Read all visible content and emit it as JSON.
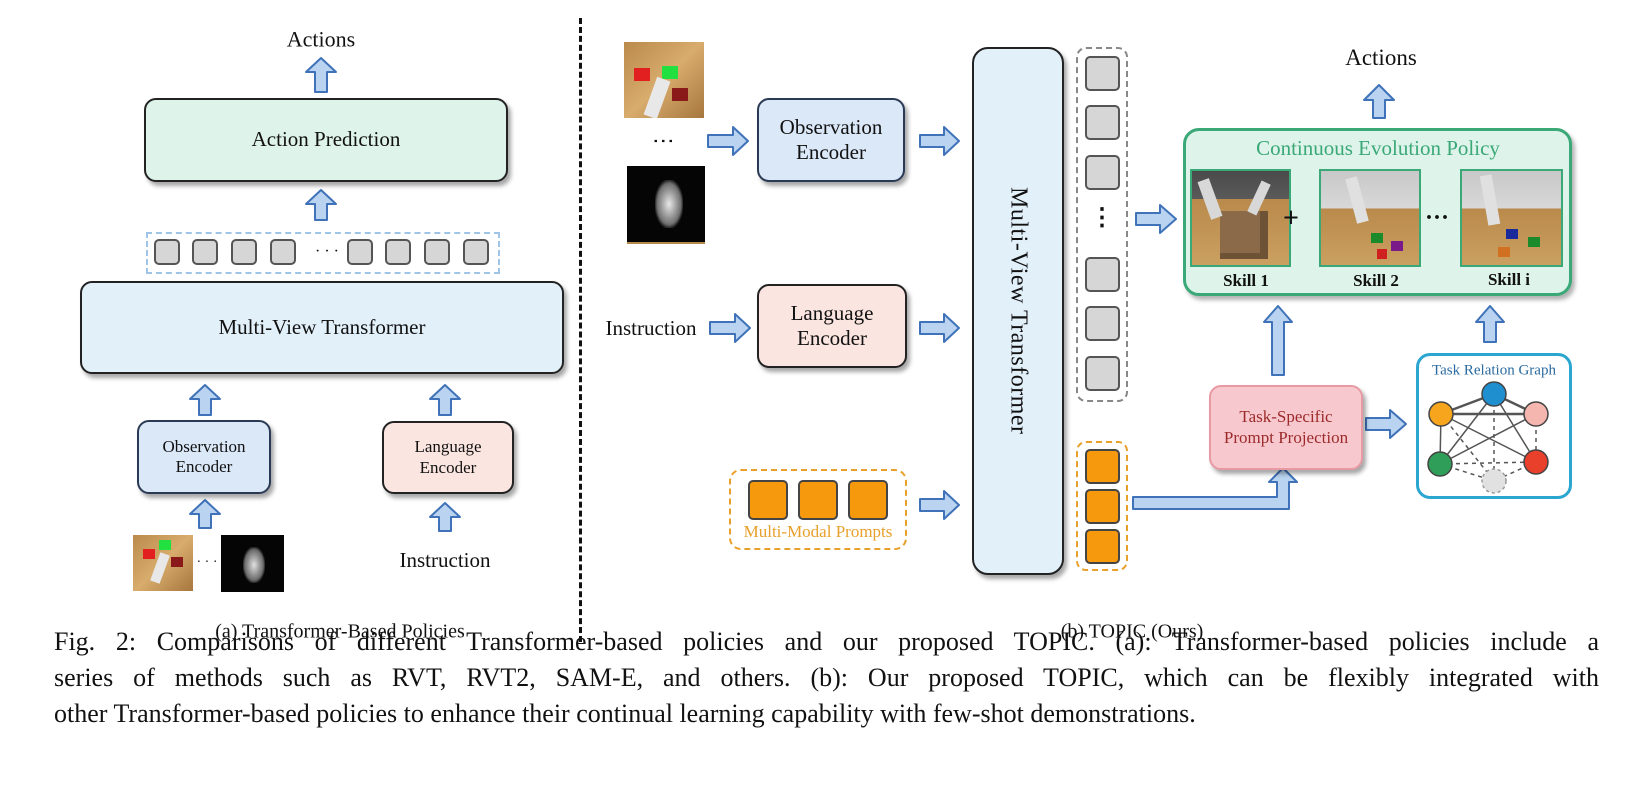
{
  "panel_a": {
    "actions": "Actions",
    "action_prediction": "Action Prediction",
    "multi_view_transformer": "Multi-View Transformer",
    "token_ellipsis": "· · ·",
    "observation_encoder_l1": "Observation",
    "observation_encoder_l2": "Encoder",
    "language_encoder_l1": "Language",
    "language_encoder_l2": "Encoder",
    "image_ellipsis": "· · ·",
    "instruction": "Instruction",
    "caption": "(a) Transformer-Based Policies"
  },
  "panel_b": {
    "observation_encoder_l1": "Observation",
    "observation_encoder_l2": "Encoder",
    "language_encoder_l1": "Language",
    "language_encoder_l2": "Encoder",
    "instruction": "Instruction",
    "multi_modal_prompts": "Multi-Modal Prompts",
    "multi_view_transformer": "Multi-View Transformer",
    "actions": "Actions",
    "continuous_evolution_policy": "Continuous Evolution Policy",
    "skill_1": "Skill 1",
    "skill_2": "Skill 2",
    "skill_i": "Skill i",
    "plus": "+",
    "skill_ellipsis": "···",
    "task_specific_l1": "Task-Specific",
    "task_specific_l2": "Prompt Projection",
    "task_relation_graph": "Task Relation Graph",
    "caption": "(b)  TOPIC (Ours)"
  },
  "colors": {
    "arrow_fill": "#b9d3f0",
    "arrow_stroke": "#3f72b8",
    "orange": "#f7990c",
    "prompt_dash": "#e8a02a",
    "policy_green": "#3aa877",
    "graph_border": "#2aa6d0",
    "task_pink": "#f7c9cf"
  },
  "caption": {
    "line1": "Fig. 2: Comparisons of different Transformer-based policies and our proposed TOPIC. (a): Transformer-based policies include a",
    "line2": "series of methods such as RVT, RVT2, SAM-E, and others. (b): Our proposed TOPIC, which can be flexibly integrated with",
    "line3": "other Transformer-based policies to enhance their continual learning capability with few-shot demonstrations."
  }
}
